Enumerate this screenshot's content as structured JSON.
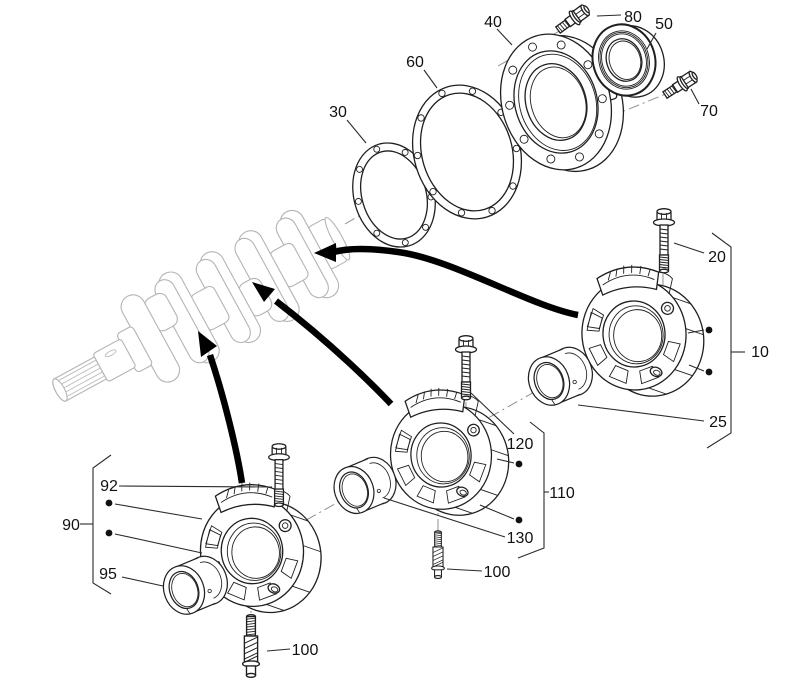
{
  "diagram": {
    "type": "exploded-parts-diagram",
    "subject": "crankshaft main bearing housings, gaskets and rear oil seal",
    "background": "#ffffff",
    "colors": {
      "part_line": "#1f1f1f",
      "ghost_part_line": "#b4b4b4",
      "centerline": "#8f8f8f",
      "arrow": "#000000",
      "label_text": "#111111"
    },
    "callouts": {
      "c10": "10",
      "c20": "20",
      "c25": "25",
      "c30": "30",
      "c40": "40",
      "c50": "50",
      "c60": "60",
      "c70": "70",
      "c80": "80",
      "c90": "90",
      "c92": "92",
      "c95": "95",
      "c100_mid": "100",
      "c100_bottom": "100",
      "c110": "110",
      "c120": "120",
      "c130": "130"
    }
  }
}
